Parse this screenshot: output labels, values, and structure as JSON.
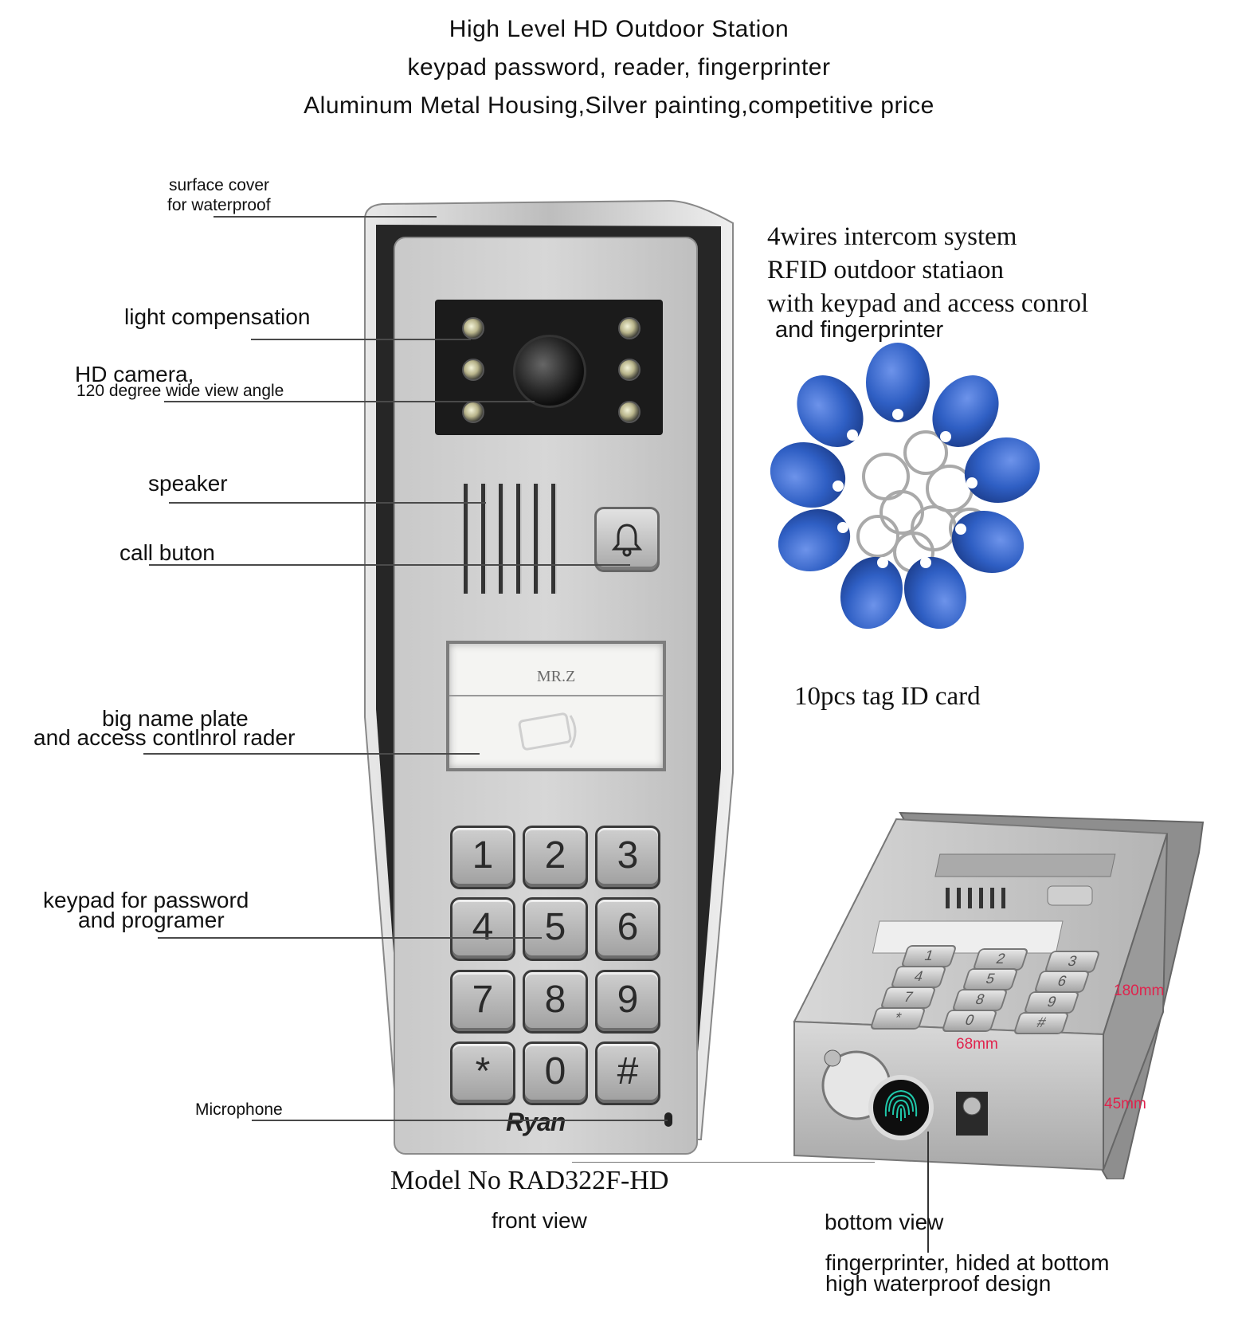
{
  "header": {
    "line1": "High Level HD Outdoor Station",
    "line2": "keypad password, reader, fingerprinter",
    "line3": "Aluminum Metal Housing,Silver painting,competitive price"
  },
  "callouts": {
    "surface_cover_1": "surface cover",
    "surface_cover_2": "for waterproof",
    "light_compensation": "light compensation",
    "hd_camera": "HD camera,",
    "hd_camera_sub": "120 degree wide view angle",
    "speaker": "speaker",
    "call_button": "call buton",
    "name_plate_1": "big name plate",
    "name_plate_2": "and access contlnrol rader",
    "keypad_1": "keypad for password",
    "keypad_2": "and programer",
    "microphone": "Microphone"
  },
  "device": {
    "name_plate_text": "MR.Z",
    "brand": "Ryan",
    "keys": [
      "1",
      "2",
      "3",
      "4",
      "5",
      "6",
      "7",
      "8",
      "9",
      "*",
      "0",
      "#"
    ],
    "model": "Model No RAD322F-HD",
    "view_label": "front view"
  },
  "features": {
    "line1": "4wires intercom system",
    "line2": "RFID outdoor statiaon",
    "line3": "with keypad and access conrol",
    "line4": "and fingerprinter",
    "tags_caption": "10pcs tag ID card"
  },
  "bottom": {
    "dim_depth": "180mm",
    "dim_width": "68mm",
    "dim_height": "45mm",
    "view_label": "bottom view",
    "note_1": "fingerprinter, hided at bottom",
    "note_2": "high waterproof design"
  },
  "colors": {
    "dimension": "#e0234d",
    "tag_blue": "#2f5fc4",
    "housing_silver": "#c8c8c8"
  }
}
